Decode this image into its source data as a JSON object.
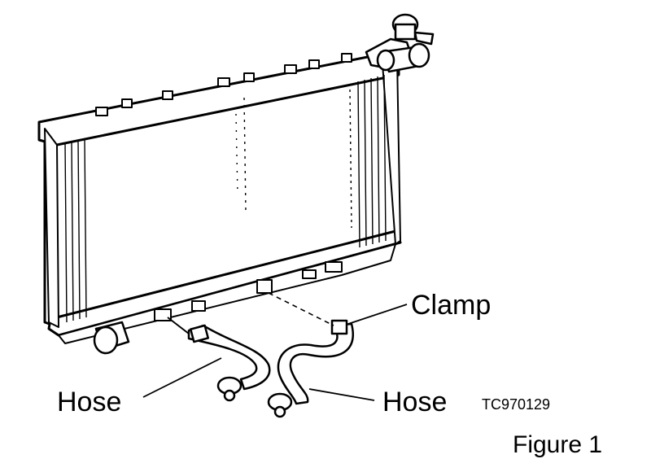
{
  "labels": {
    "clamp": "Clamp",
    "hose_left": "Hose",
    "hose_right": "Hose",
    "code": "TC970129",
    "figure": "Figure 1"
  },
  "colors": {
    "ink": "#000000",
    "paper": "#ffffff"
  }
}
